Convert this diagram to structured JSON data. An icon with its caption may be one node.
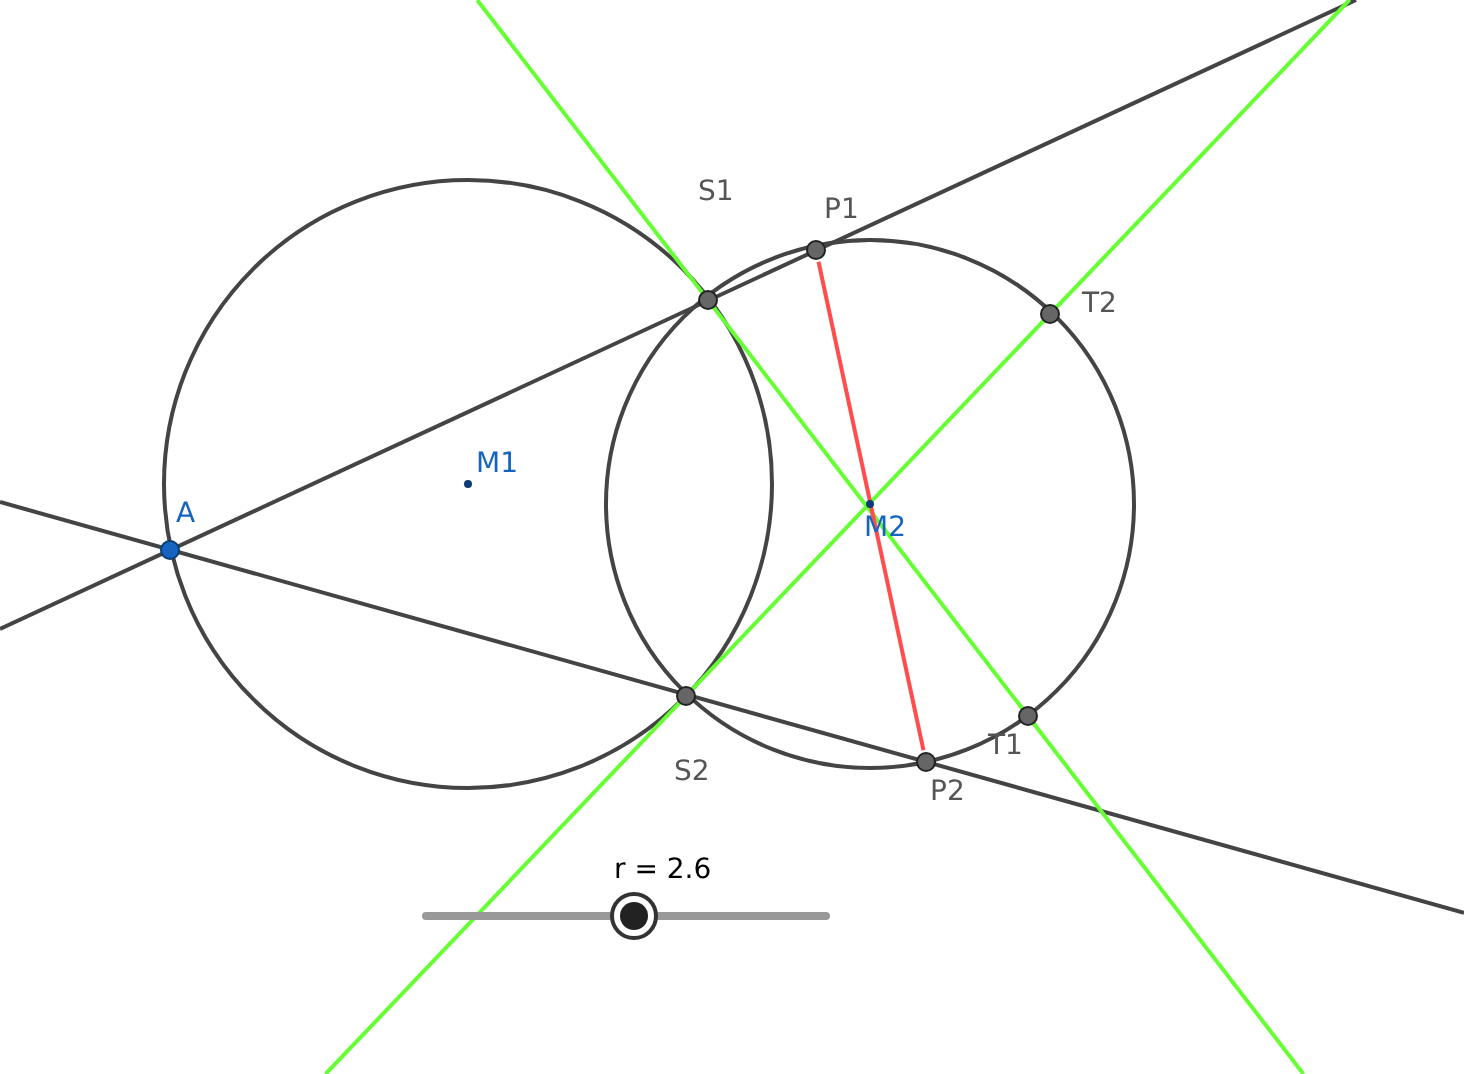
{
  "diagram": {
    "nodes": [
      {
        "text": [],
        "shape": "circle",
        "beside": [
          "A"
        ]
      },
      {
        "text": [],
        "shape": "circle",
        "beside": [
          "M1"
        ]
      },
      {
        "text": [],
        "shape": "circle",
        "beside": [
          "S1"
        ]
      },
      {
        "text": [],
        "shape": "circle",
        "beside": [
          "P1"
        ]
      },
      {
        "text": [],
        "shape": "circle",
        "beside": [
          "T2"
        ]
      },
      {
        "text": [],
        "shape": "circle",
        "beside": [
          "M2"
        ]
      },
      {
        "text": [],
        "shape": "circle",
        "beside": [
          "S2"
        ]
      },
      {
        "text": [],
        "shape": "circle",
        "beside": [
          "T1"
        ]
      },
      {
        "text": [],
        "shape": "circle",
        "beside": [
          "P2"
        ]
      }
    ],
    "edges": [
      {
        "from": 3,
        "to": 8,
        "arrow": "none",
        "color": "#ff4d4d"
      }
    ],
    "labels": [
      "r = 2.6"
    ]
  }
}
